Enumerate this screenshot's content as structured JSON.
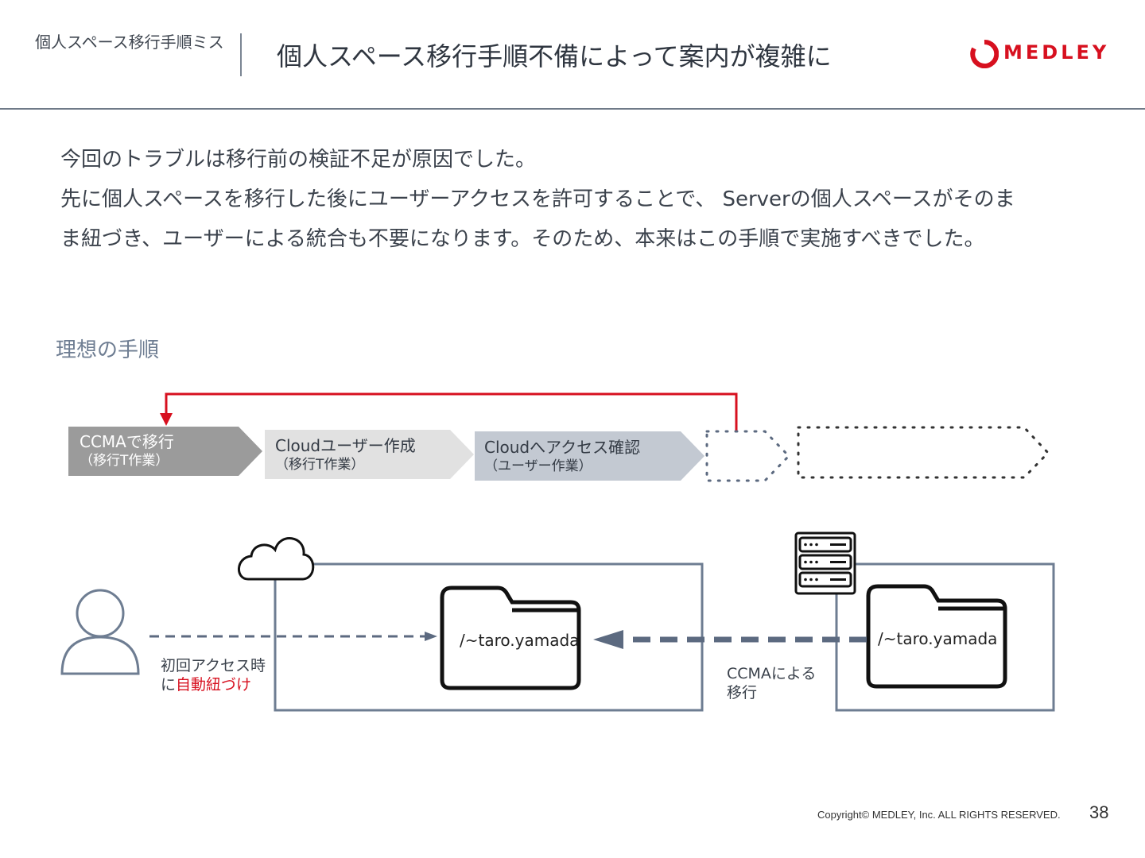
{
  "header": {
    "section_label": "個人スペース移行手順ミス",
    "title": "個人スペース移行手順不備によって案内が複雑に",
    "logo_text": "MEDLEY",
    "brand_color": "#d7101f"
  },
  "body": {
    "line1": "今回のトラブルは移行前の検証不足が原因でした。",
    "line2": "先に個人スペースを移行した後にユーザーアクセスを許可することで、 Serverの個人スペースがそのま",
    "line3": "ま紐づき、ユーザーによる統合も不要になります。そのため、本来はこの手順で実施すべきでした。"
  },
  "subheading": "理想の手順",
  "steps": [
    {
      "label": "CCMAで移行",
      "sub": "（移行T作業）",
      "fill": "#9b9b9b",
      "text_color": "#ffffff"
    },
    {
      "label": "Cloudユーザー作成",
      "sub": "（移行T作業）",
      "fill": "#e1e1e1",
      "text_color": "#333a44"
    },
    {
      "label": "Cloudへアクセス確認",
      "sub": "（ユーザー作業）",
      "fill": "#c3c9d2",
      "text_color": "#333a44"
    }
  ],
  "diagram": {
    "user_caption_line1": "初回アクセス時",
    "user_caption_prefix": "に",
    "user_caption_red": "自動紐づけ",
    "cloud_folder": "/~taro.yamada",
    "server_folder": "/~taro.yamada",
    "migration_caption_line1": "CCMAによる",
    "migration_caption_line2": "移行",
    "icons": [
      "user-icon",
      "cloud-icon",
      "folder-icon",
      "server-icon"
    ]
  },
  "footer": {
    "copyright": "Copyright© MEDLEY, Inc. ALL RIGHTS RESERVED.",
    "page_number": "38"
  }
}
